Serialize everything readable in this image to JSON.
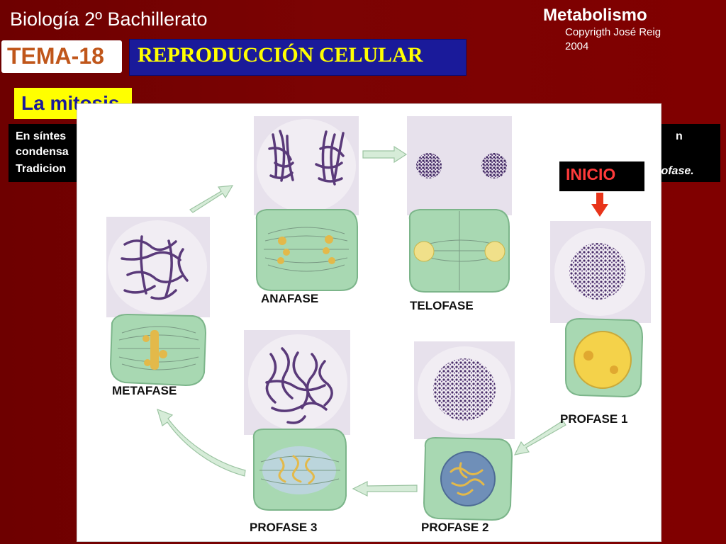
{
  "header": {
    "course": "Biología 2º Bachillerato",
    "topic": "Metabolismo",
    "copyright_line1": "Copyrigth José Reig",
    "copyright_line2": "2004",
    "tema": "TEMA-18",
    "title": "REPRODUCCIÓN CELULAR"
  },
  "section": {
    "label": "La mitosis"
  },
  "text_panel": {
    "line1": "En síntes",
    "line2": "condensa",
    "line3": "Tradicion",
    "trailing_right": "n",
    "trailing_bottom": "lofase."
  },
  "figure": {
    "start_label": "INICIO",
    "phases": {
      "anafase": "ANAFASE",
      "telofase": "TELOFASE",
      "metafase": "METAFASE",
      "profase1": "PROFASE 1",
      "profase2": "PROFASE 2",
      "profase3": "PROFASE 3"
    }
  },
  "colors": {
    "background": "#7c0303",
    "title_bg": "#1a1a9a",
    "title_text": "#ffff00",
    "tema_text": "#c0561a",
    "start_text": "#ff3a3a",
    "arrow": "#e8341a",
    "cell_green": "#a8d8b2",
    "chromosome": "#5a3a7a"
  }
}
